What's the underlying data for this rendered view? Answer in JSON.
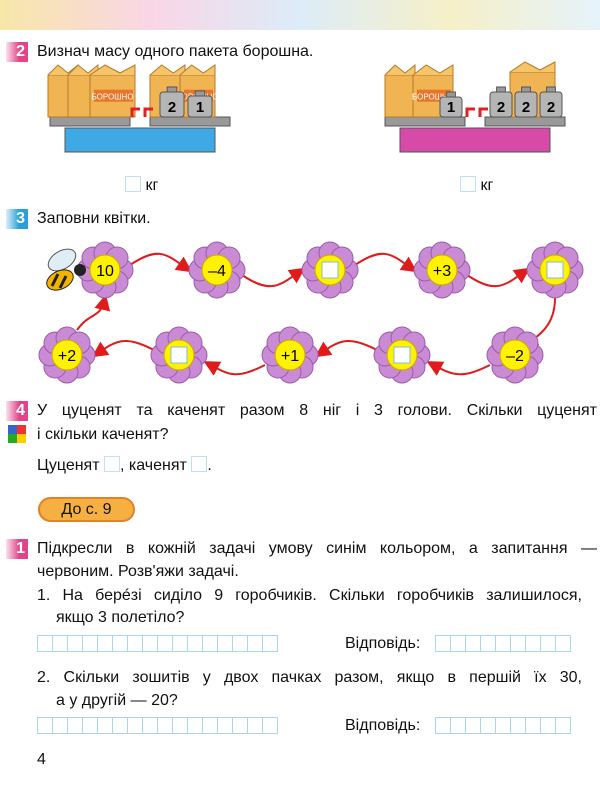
{
  "task2": {
    "number": "2",
    "title": "Визнач масу одного пакета борошна.",
    "bag_label": "БОРОШНО",
    "left_weights": [
      "2",
      "1"
    ],
    "right_left_weights": [
      "1"
    ],
    "right_weights": [
      "2",
      "2",
      "2"
    ],
    "unit": "кг",
    "colors": {
      "left_scale": "#3fa9e6",
      "right_scale": "#d64ba8"
    }
  },
  "task3": {
    "number": "3",
    "title": "Заповни квітки.",
    "top_row": [
      "10",
      "–4",
      "",
      "+3",
      ""
    ],
    "bottom_row": [
      "+2",
      "",
      "+1",
      "",
      "–2"
    ]
  },
  "task4": {
    "number": "4",
    "line1": "У цуценят та каченят разом 8 ніг і 3 голови. Скільки цуценят",
    "line2": "і скільки каченят?",
    "puppies": "Цуценят",
    "ducklings": ", каченят",
    "end": "."
  },
  "section_pill": "До с. 9",
  "task1": {
    "number": "1",
    "line1": "Підкресли в кожній задачі умову синім кольором, а запитання —",
    "line2": "червоним. Розв'яжи задачі.",
    "problems": [
      {
        "line1": "1. На берéзі сиділо 9 горобчиків. Скільки горобчиків залишилося,",
        "line2": "якщо 3 полетіло?",
        "answer_label": "Відповідь:"
      },
      {
        "line1": "2. Скільки зошитів у двох пачках разом, якщо в першій їх 30,",
        "line2": "а у другій — 20?",
        "answer_label": "Відповідь:"
      }
    ]
  },
  "page_number": "4"
}
